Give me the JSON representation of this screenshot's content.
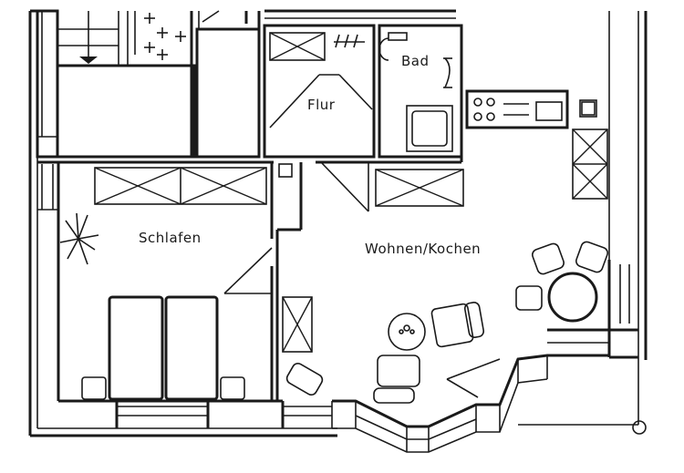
{
  "rooms": {
    "bad": "Bad",
    "flur": "Flur",
    "schlafen": "Schlafen",
    "wohnen_kochen": "Wohnen/Kochen"
  }
}
